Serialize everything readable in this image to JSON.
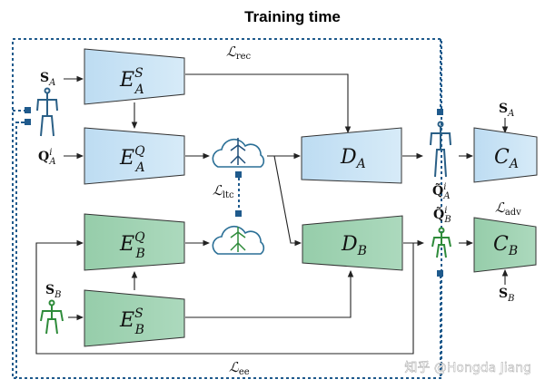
{
  "title": "Training time",
  "colors": {
    "domain_a_fill": "#cde5f6",
    "domain_b_fill": "#a3d4b4",
    "loss_line": "#1f5a8c",
    "skeleton_a": "#2a5f86",
    "skeleton_b": "#2e8b3a"
  },
  "blocks": {
    "enc_a_s": {
      "base": "E",
      "sup": "S",
      "sub": "A"
    },
    "enc_a_q": {
      "base": "E",
      "sup": "Q",
      "sub": "A"
    },
    "enc_b_q": {
      "base": "E",
      "sup": "Q",
      "sub": "B"
    },
    "enc_b_s": {
      "base": "E",
      "sup": "S",
      "sub": "B"
    },
    "dec_a": {
      "base": "D",
      "sub": "A"
    },
    "dec_b": {
      "base": "D",
      "sub": "B"
    },
    "disc_a": {
      "base": "C",
      "sub": "A"
    },
    "disc_b": {
      "base": "C",
      "sub": "B"
    }
  },
  "inputs": {
    "s_a": {
      "base": "S",
      "sub": "A"
    },
    "q_a": {
      "base": "Q",
      "sup": "i",
      "sub": "A"
    },
    "s_b": {
      "base": "S",
      "sub": "B"
    },
    "q_a_tilde": {
      "base": "Q̃",
      "sup": "i",
      "sub": "A"
    },
    "q_b_tilde": {
      "base": "Q̃",
      "sup": "i",
      "sub": "B"
    },
    "s_a_disc": {
      "base": "S",
      "sub": "A"
    },
    "s_b_disc": {
      "base": "S",
      "sub": "B"
    }
  },
  "losses": {
    "rec": {
      "base": "ℒ",
      "sub": "rec"
    },
    "ltc": {
      "base": "ℒ",
      "sub": "ltc"
    },
    "adv": {
      "base": "ℒ",
      "sub": "adv"
    },
    "ee": {
      "base": "ℒ",
      "sub": "ee"
    }
  },
  "watermark": "知乎 @Hongda Jiang"
}
